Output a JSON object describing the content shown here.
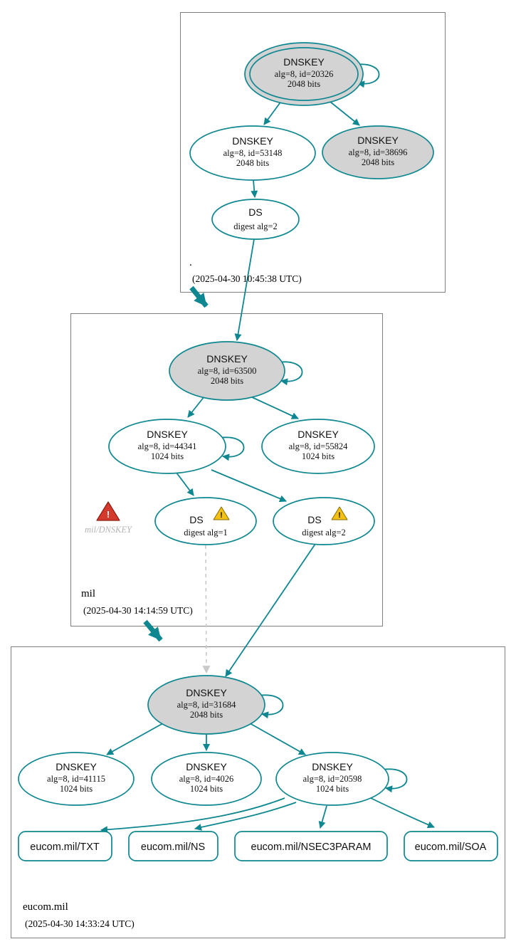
{
  "colors": {
    "edge_secure": "#0e8790",
    "edge_insecure": "#c9c9c9",
    "ksk_fill": "#d3d3d3",
    "warning": "#f2c113",
    "error": "#d33a2c",
    "zone_box_border": "#7f7f7f"
  },
  "icons": {
    "warning_glyph": "!",
    "error_glyph": "!"
  },
  "zones": {
    "root": {
      "label": ".",
      "timestamp": "(2025-04-30 10:45:38 UTC)",
      "nodes": {
        "ksk": {
          "title": "DNSKEY",
          "alg": "alg=8, id=20326",
          "bits": "2048 bits"
        },
        "zsk": {
          "title": "DNSKEY",
          "alg": "alg=8, id=53148",
          "bits": "2048 bits"
        },
        "key38696": {
          "title": "DNSKEY",
          "alg": "alg=8, id=38696",
          "bits": "2048 bits"
        },
        "ds": {
          "title": "DS",
          "digest": "digest alg=2"
        }
      }
    },
    "mil": {
      "label": "mil",
      "timestamp": "(2025-04-30 14:14:59 UTC)",
      "nodes": {
        "ksk": {
          "title": "DNSKEY",
          "alg": "alg=8, id=63500",
          "bits": "2048 bits"
        },
        "zsk44341": {
          "title": "DNSKEY",
          "alg": "alg=8, id=44341",
          "bits": "1024 bits"
        },
        "zsk55824": {
          "title": "DNSKEY",
          "alg": "alg=8, id=55824",
          "bits": "1024 bits"
        },
        "ds1": {
          "title": "DS",
          "digest": "digest alg=1"
        },
        "ds2": {
          "title": "DS",
          "digest": "digest alg=2"
        },
        "error": {
          "label": "mil/DNSKEY"
        }
      }
    },
    "eucom": {
      "label": "eucom.mil",
      "timestamp": "(2025-04-30 14:33:24 UTC)",
      "nodes": {
        "ksk": {
          "title": "DNSKEY",
          "alg": "alg=8, id=31684",
          "bits": "2048 bits"
        },
        "zsk41115": {
          "title": "DNSKEY",
          "alg": "alg=8, id=41115",
          "bits": "1024 bits"
        },
        "zsk4026": {
          "title": "DNSKEY",
          "alg": "alg=8, id=4026",
          "bits": "1024 bits"
        },
        "zsk20598": {
          "title": "DNSKEY",
          "alg": "alg=8, id=20598",
          "bits": "1024 bits"
        },
        "rrset_txt": {
          "label": "eucom.mil/TXT"
        },
        "rrset_ns": {
          "label": "eucom.mil/NS"
        },
        "rrset_nsec3param": {
          "label": "eucom.mil/NSEC3PARAM"
        },
        "rrset_soa": {
          "label": "eucom.mil/SOA"
        }
      }
    }
  }
}
